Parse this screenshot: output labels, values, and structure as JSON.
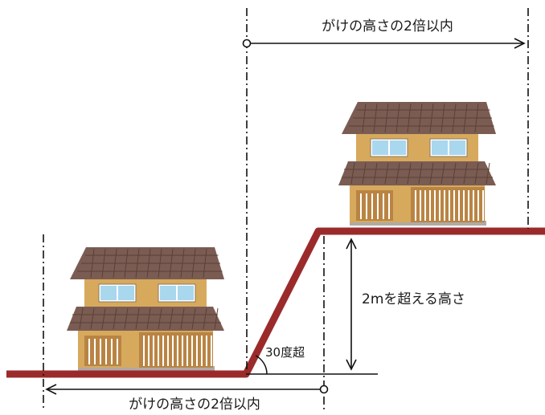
{
  "labels": {
    "top_dimension": "がけの高さの2倍以内",
    "bottom_dimension": "がけの高さの2倍以内",
    "height_dimension": "2mを超える高さ",
    "angle": "30度超"
  },
  "colors": {
    "ground": "#9b2b2b",
    "roof": "#7a5c52",
    "roof_tile_line": "#5a4038",
    "wall": "#d7a95d",
    "window": "#a9d7ee",
    "window_frame": "#ffffff",
    "door": "#b98443",
    "door_slat": "#ffffff",
    "line": "#111111"
  },
  "houses": [
    {
      "name": "house-upper"
    },
    {
      "name": "house-lower"
    }
  ]
}
